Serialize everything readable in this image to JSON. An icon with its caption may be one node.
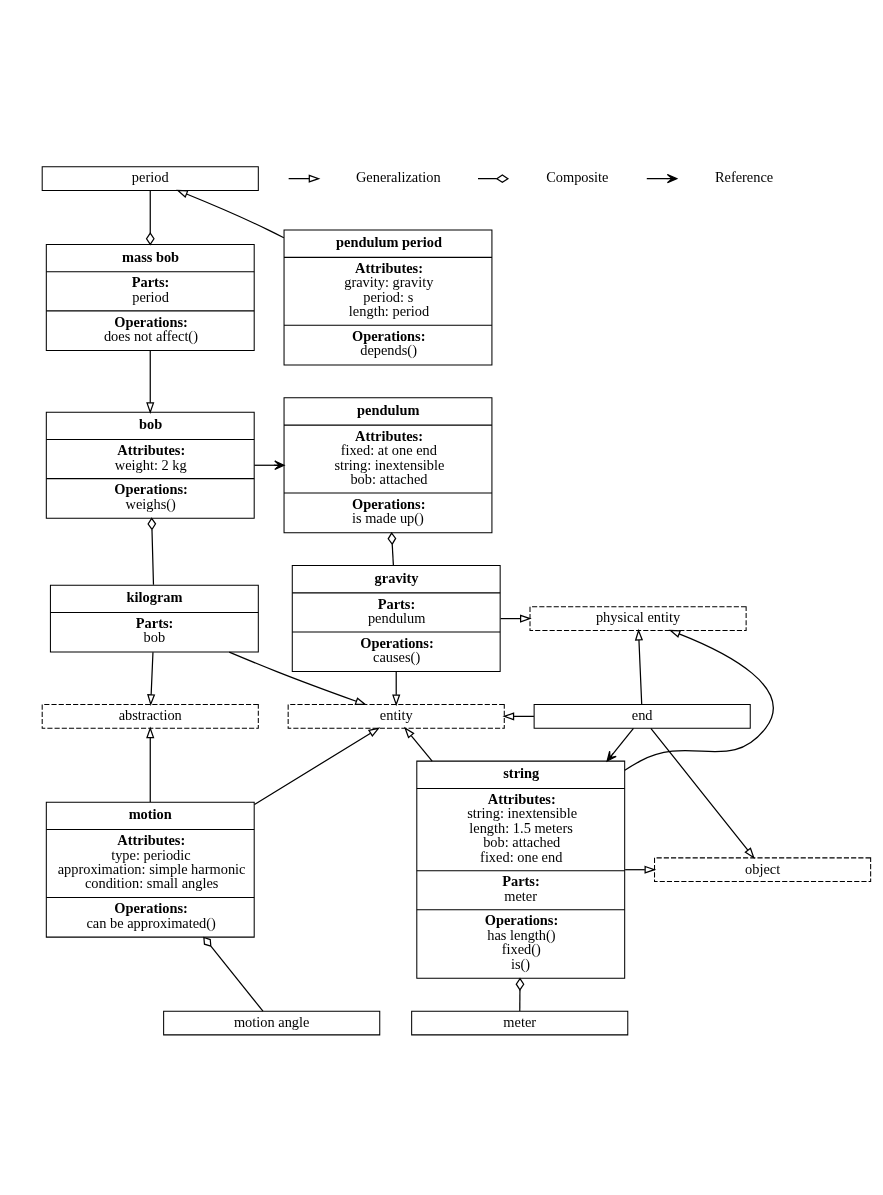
{
  "diagram": {
    "nodes": [
      {
        "text": [
          "period"
        ]
      },
      {
        "text": [
          "pendulum period",
          "Attributes:",
          "gravity: gravity",
          "period: s",
          "length: period",
          "Operations:",
          "depends()"
        ]
      },
      {
        "text": [
          "mass bob",
          "Parts:",
          "period",
          "Operations:",
          "does not affect()"
        ]
      },
      {
        "text": [
          "bob",
          "Attributes:",
          "weight: 2 kg",
          "Operations:",
          "weighs()"
        ]
      },
      {
        "text": [
          "pendulum",
          "Attributes:",
          "fixed: at one end",
          "string: inextensible",
          "bob: attached",
          "Operations:",
          "is made up()"
        ]
      },
      {
        "text": [
          "kilogram",
          "Parts:",
          "bob"
        ]
      },
      {
        "text": [
          "gravity",
          "Parts:",
          "pendulum",
          "Operations:",
          "causes()"
        ]
      },
      {
        "text": [
          "physical entity"
        ]
      },
      {
        "text": [
          "abstraction"
        ]
      },
      {
        "text": [
          "entity"
        ]
      },
      {
        "text": [
          "motion",
          "Attributes:",
          "type: periodic",
          "approximation: simple harmonic",
          "condition: small angles",
          "Operations:",
          "can be approximated()"
        ]
      },
      {
        "text": [
          "end"
        ]
      },
      {
        "text": [
          "object"
        ]
      },
      {
        "text": [
          "string",
          "Attributes:",
          "string: inextensible",
          "length: 1.5 meters",
          "bob: attached",
          "fixed: one end",
          "Parts:",
          "meter",
          "Operations:",
          "has length()",
          "fixed()",
          "is()"
        ]
      },
      {
        "text": [
          "meter"
        ]
      },
      {
        "text": [
          "motion angle"
        ]
      }
    ],
    "edges": [
      {
        "from": 1,
        "to": 0,
        "arrow": "to"
      },
      {
        "from": 0,
        "to": 2,
        "arrow": "other"
      },
      {
        "from": 2,
        "to": 3,
        "arrow": "to"
      },
      {
        "from": 3,
        "to": 4,
        "arrow": "to"
      },
      {
        "from": 5,
        "to": 3,
        "arrow": "other"
      },
      {
        "from": 6,
        "to": 4,
        "arrow": "other"
      },
      {
        "from": 5,
        "to": 8,
        "arrow": "to"
      },
      {
        "from": 5,
        "to": 9,
        "arrow": "to"
      },
      {
        "from": 6,
        "to": 9,
        "arrow": "to"
      },
      {
        "from": 6,
        "to": 7,
        "arrow": "to"
      },
      {
        "from": 10,
        "to": 8,
        "arrow": "to"
      },
      {
        "from": 10,
        "to": 9,
        "arrow": "to"
      },
      {
        "from": 13,
        "to": 9,
        "arrow": "to"
      },
      {
        "from": 13,
        "to": 7,
        "arrow": "to"
      },
      {
        "from": 11,
        "to": 7,
        "arrow": "to"
      },
      {
        "from": 11,
        "to": 9,
        "arrow": "to"
      },
      {
        "from": 11,
        "to": 12,
        "arrow": "to"
      },
      {
        "from": 11,
        "to": 13,
        "arrow": "to"
      },
      {
        "from": 13,
        "to": 12,
        "arrow": "to"
      },
      {
        "from": 14,
        "to": 13,
        "arrow": "other"
      },
      {
        "from": 15,
        "to": 10,
        "arrow": "other"
      }
    ],
    "legend": [
      {
        "text": "Generalization"
      },
      {
        "text": "Composite"
      },
      {
        "text": "Reference"
      }
    ]
  }
}
